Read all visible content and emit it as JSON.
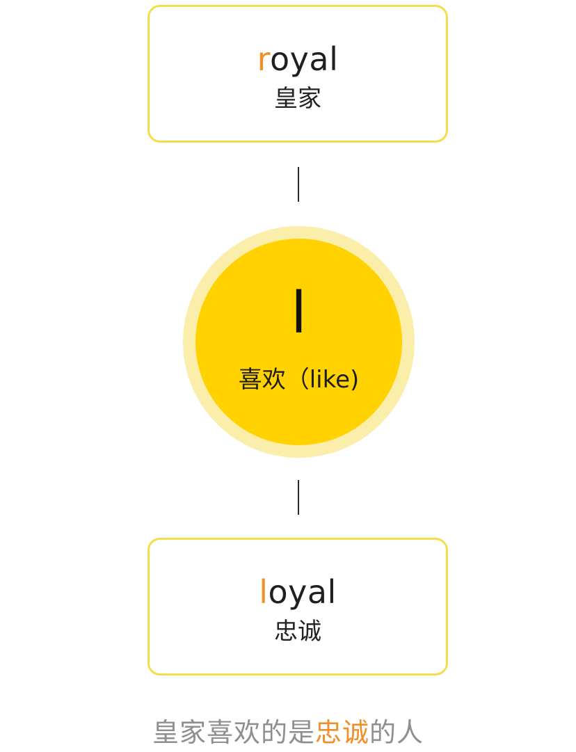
{
  "top_card": {
    "word_highlight": "r",
    "word_rest": "oyal",
    "meaning": "皇家"
  },
  "center": {
    "letter": "l",
    "label": "喜欢（like)"
  },
  "bottom_card": {
    "word_highlight": "l",
    "word_rest": "oyal",
    "meaning": "忠诚"
  },
  "caption": {
    "before": "皇家喜欢的是",
    "highlight": "忠诚",
    "after": "的人"
  },
  "colors": {
    "highlight": "#f0902a",
    "card_border": "#f6dc4a",
    "circle": "#ffd200",
    "halo": "#fbeeab"
  }
}
